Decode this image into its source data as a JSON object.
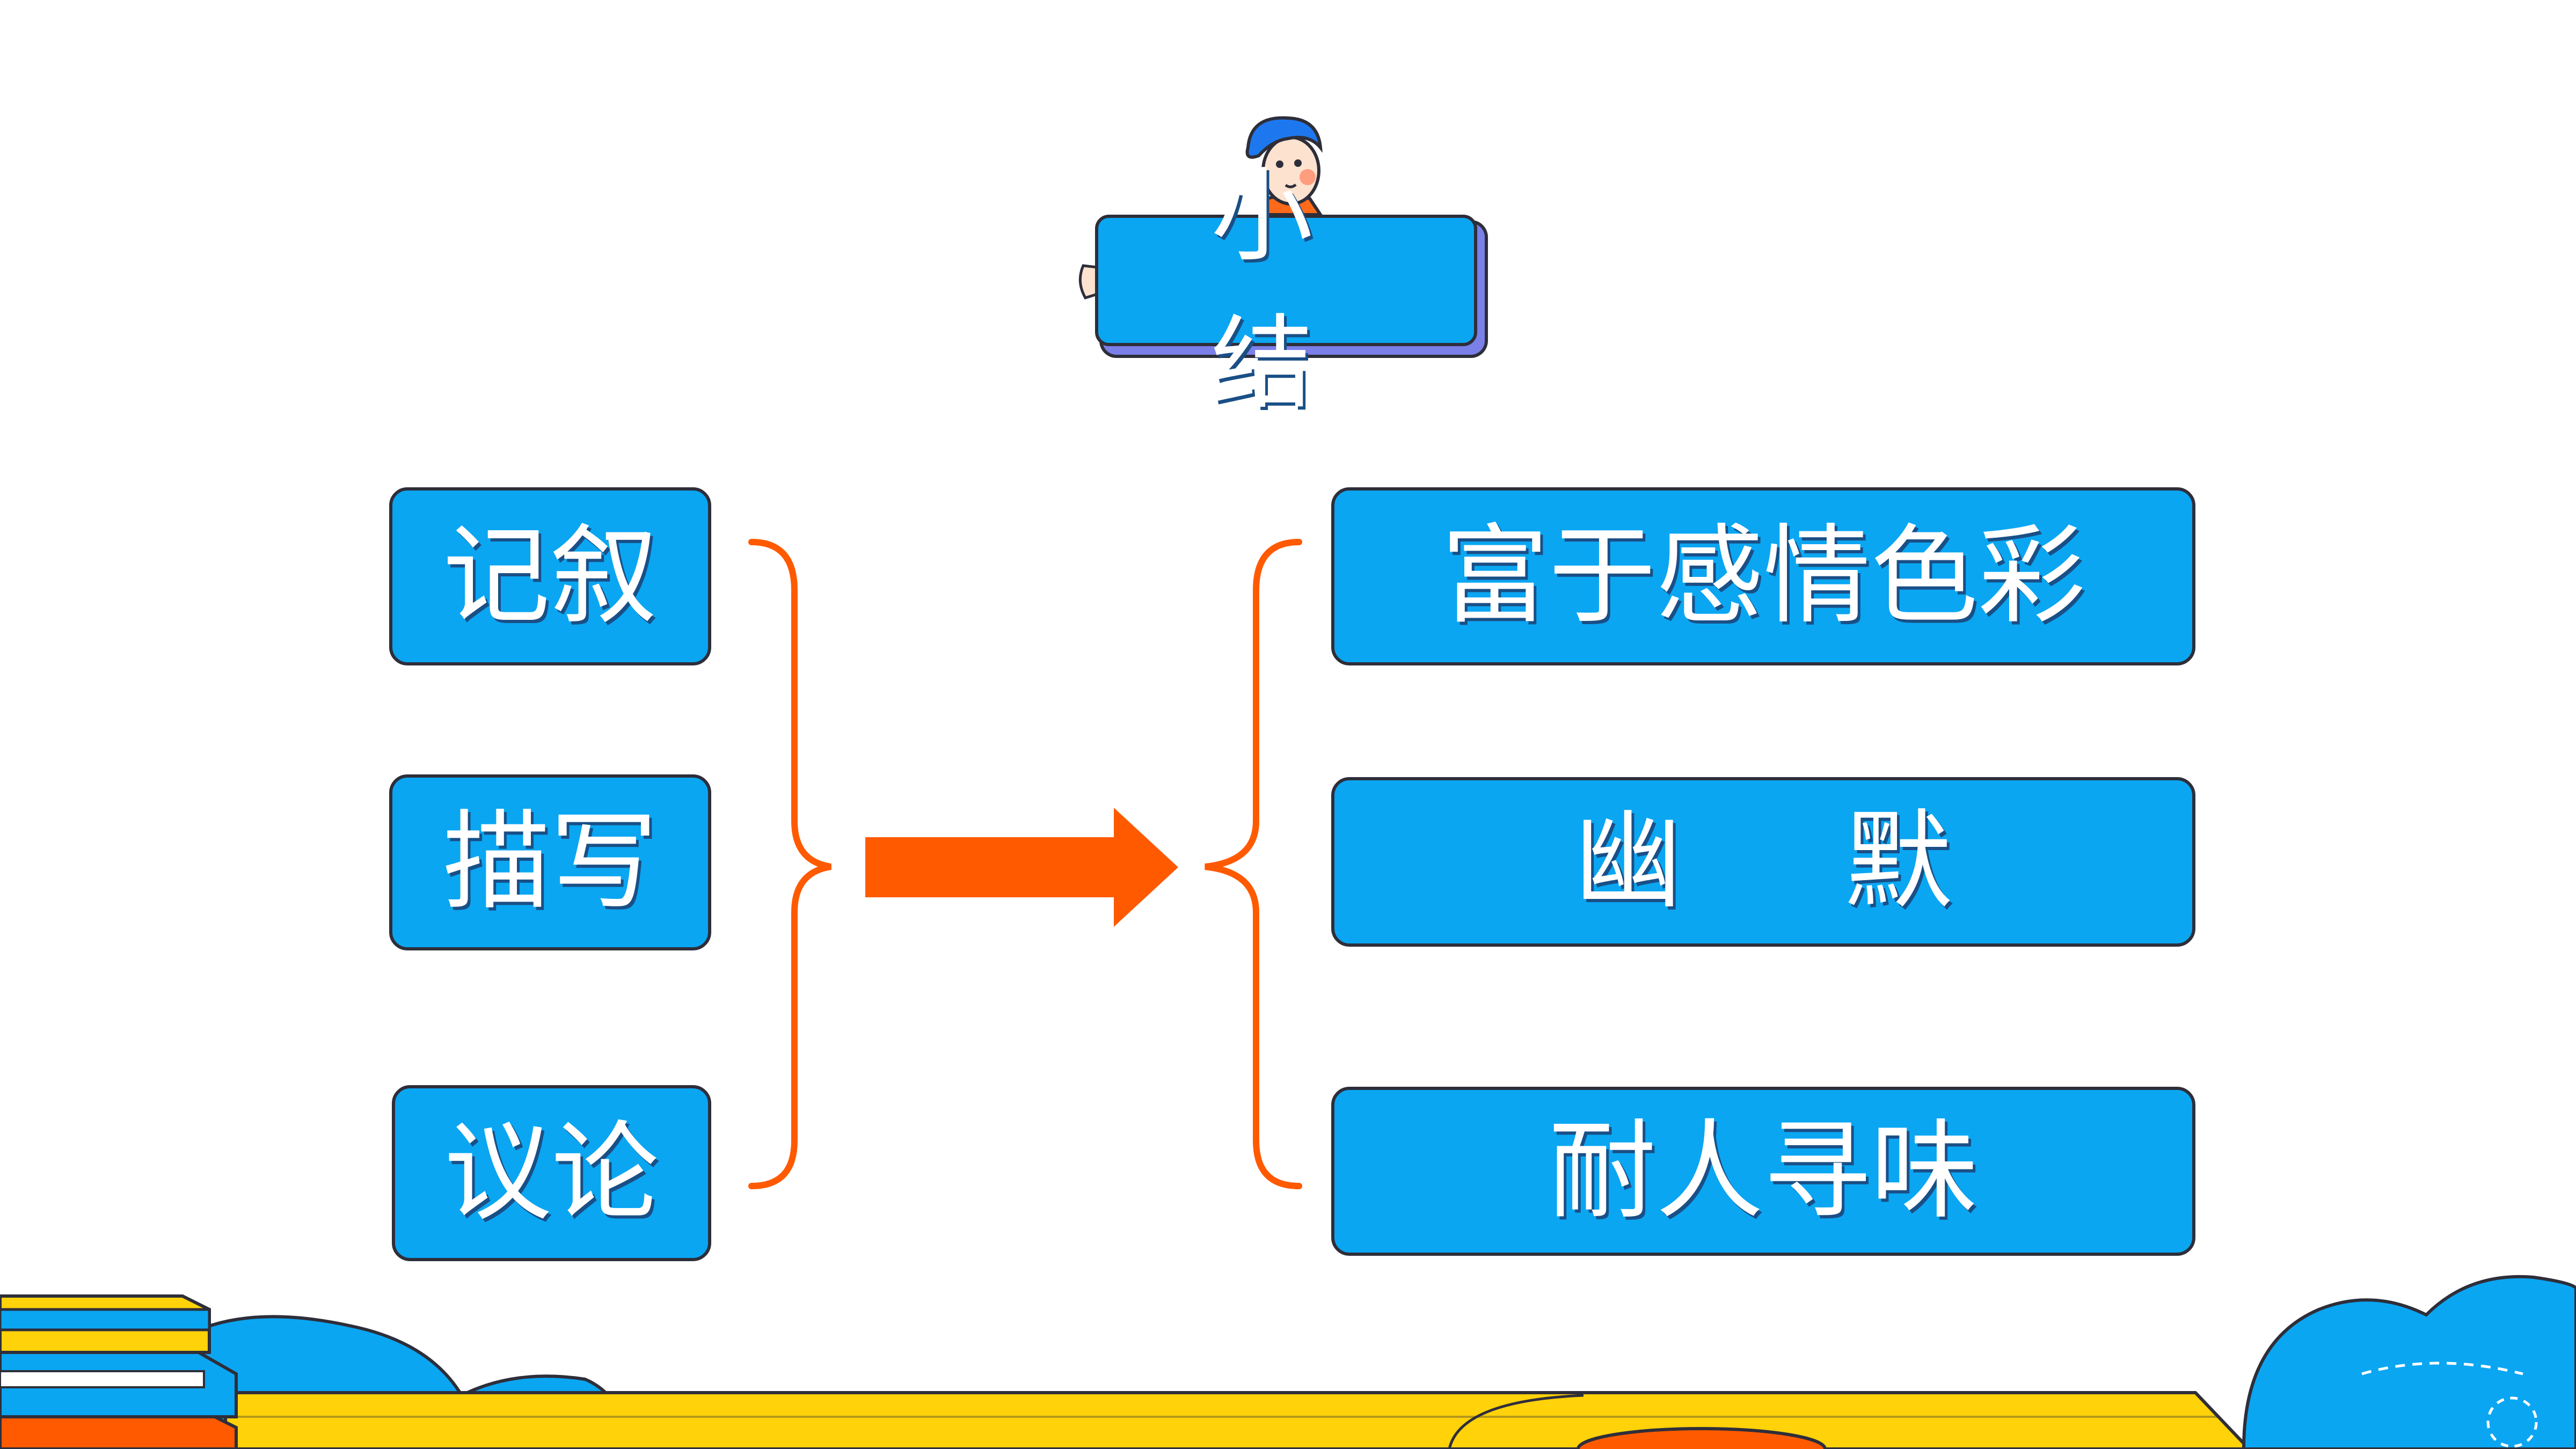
{
  "title": "小 结",
  "left_items": [
    "记叙",
    "描写",
    "议论"
  ],
  "right_items": [
    "富于感情色彩",
    "幽 默",
    "耐人寻味"
  ],
  "colors": {
    "box_fill": "#0aa6f2",
    "box_border": "#2e2e3a",
    "arrow": "#ff5a00",
    "title_shadow": "#7b7fe8",
    "yellow": "#ffd20a",
    "orange": "#ff5a00"
  },
  "icons": [
    "cartoon-boy-icon",
    "book-stack-icon",
    "cloud-icon"
  ]
}
